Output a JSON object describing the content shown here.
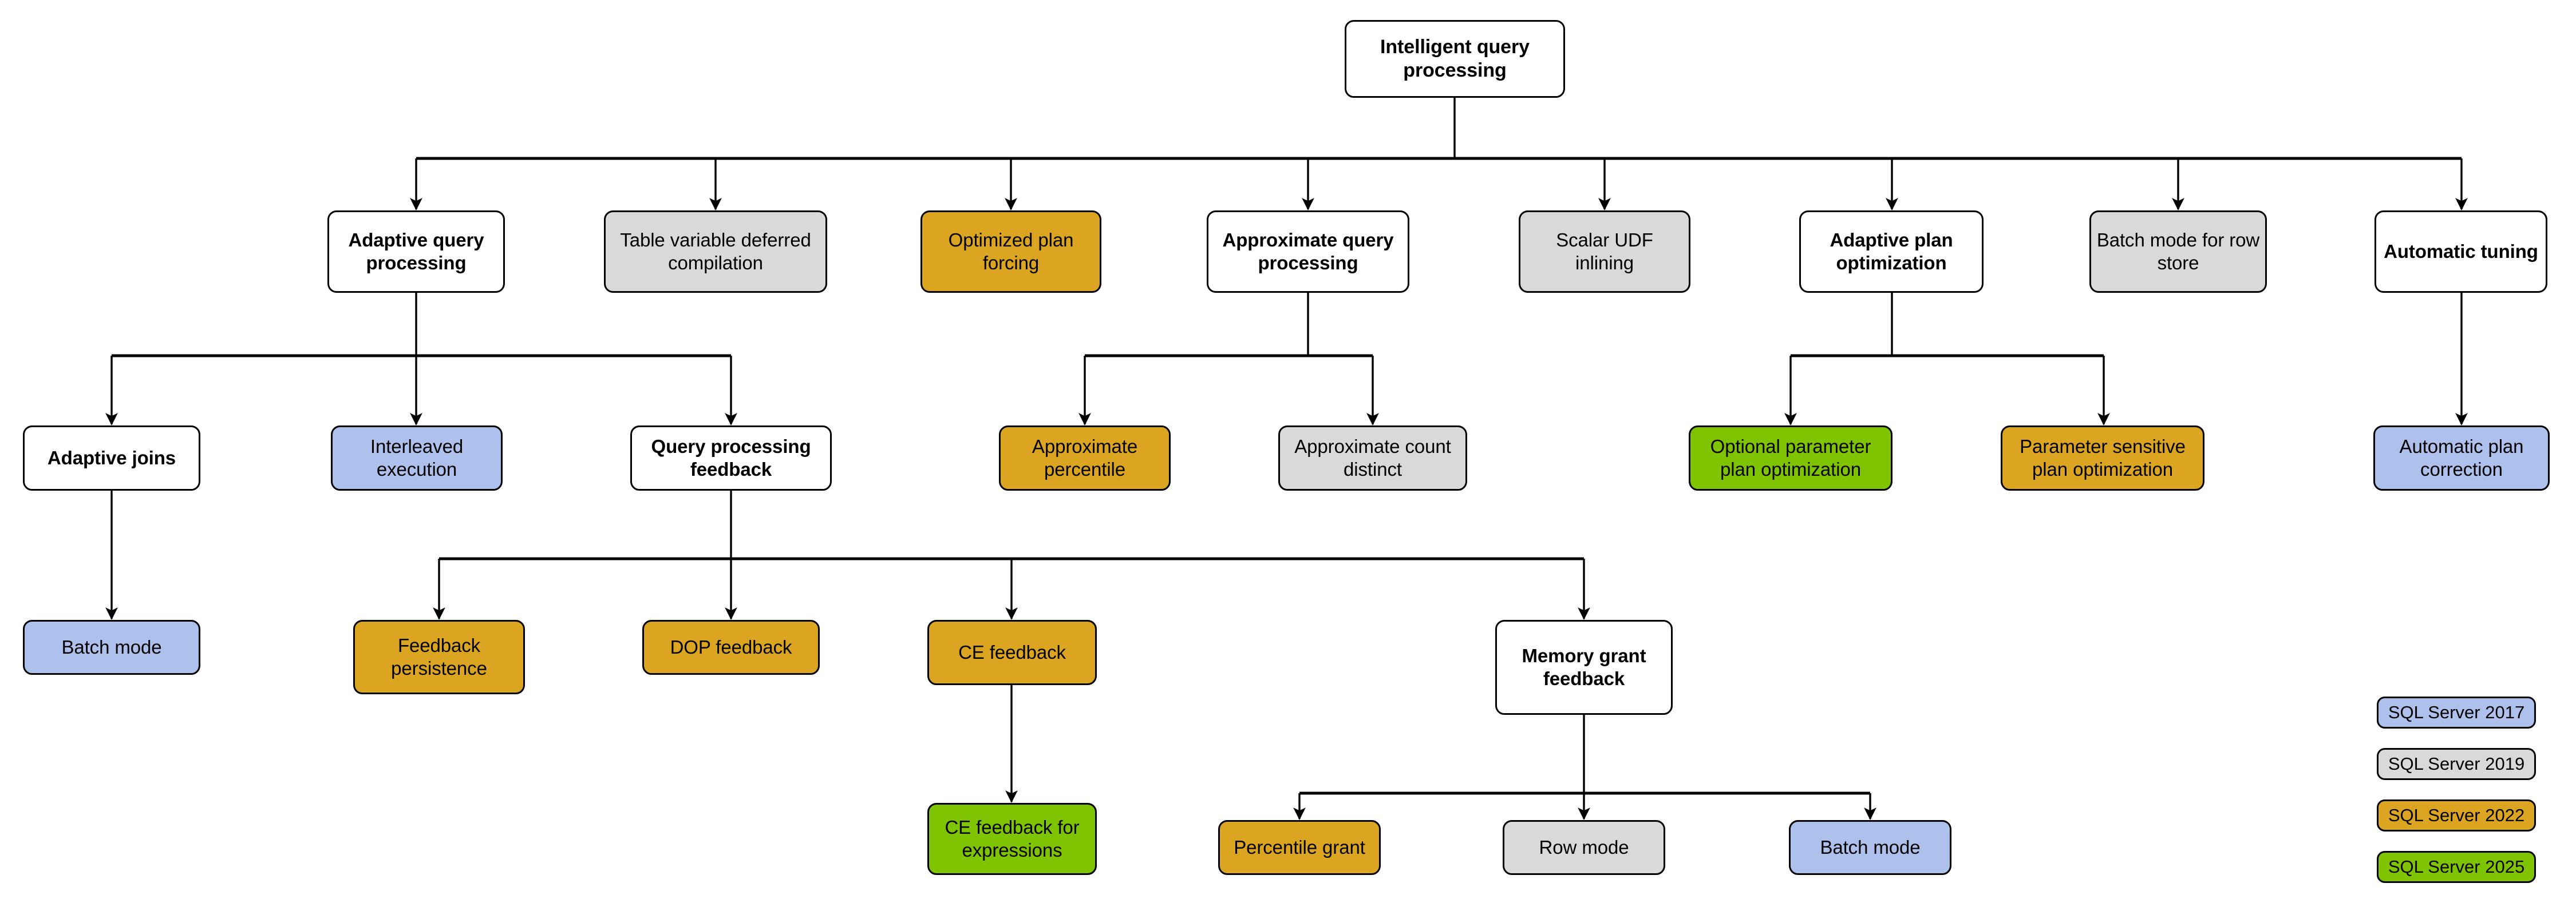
{
  "diagram": {
    "title": "Intelligent query processing",
    "palette": {
      "white": "#ffffff",
      "gray": "#d9d9d9",
      "blue": "#aec1ec",
      "orange": "#dba521",
      "green": "#7ec400",
      "stroke": "#000000"
    }
  },
  "nodes": {
    "root": {
      "label": "Intelligent query processing"
    },
    "adaptive_query_processing": {
      "label": "Adaptive query processing"
    },
    "table_variable_deferred_compilation": {
      "label": "Table variable deferred compilation"
    },
    "optimized_plan_forcing": {
      "label": "Optimized plan forcing"
    },
    "approximate_query_processing": {
      "label": "Approximate query processing"
    },
    "scalar_udf_inlining": {
      "label": "Scalar UDF inlining"
    },
    "adaptive_plan_optimization": {
      "label": "Adaptive plan optimization"
    },
    "batch_mode_for_row_store": {
      "label": "Batch mode for row store"
    },
    "automatic_tuning": {
      "label": "Automatic tuning"
    },
    "adaptive_joins": {
      "label": "Adaptive joins"
    },
    "interleaved_execution": {
      "label": "Interleaved execution"
    },
    "query_processing_feedback": {
      "label": "Query processing feedback"
    },
    "approximate_percentile": {
      "label": "Approximate percentile"
    },
    "approximate_count_distinct": {
      "label": "Approximate count distinct"
    },
    "optional_parameter_plan_optimization": {
      "label": "Optional parameter plan optimization"
    },
    "parameter_sensitive_plan_optimization": {
      "label": "Parameter sensitive plan optimization"
    },
    "automatic_plan_correction": {
      "label": "Automatic plan correction"
    },
    "batch_mode_adaptive_joins": {
      "label": "Batch mode"
    },
    "feedback_persistence": {
      "label": "Feedback persistence"
    },
    "dop_feedback": {
      "label": "DOP feedback"
    },
    "ce_feedback": {
      "label": "CE feedback"
    },
    "memory_grant_feedback": {
      "label": "Memory grant feedback"
    },
    "ce_feedback_for_expressions": {
      "label": "CE feedback for expressions"
    },
    "percentile_grant": {
      "label": "Percentile grant"
    },
    "row_mode": {
      "label": "Row mode"
    },
    "batch_mode_memory_grant": {
      "label": "Batch mode"
    }
  },
  "legend": {
    "items": [
      {
        "label": "SQL Server 2017",
        "color": "#aec1ec"
      },
      {
        "label": "SQL Server 2019",
        "color": "#d9d9d9"
      },
      {
        "label": "SQL Server 2022",
        "color": "#dba521"
      },
      {
        "label": "SQL Server 2025",
        "color": "#7ec400"
      }
    ]
  }
}
